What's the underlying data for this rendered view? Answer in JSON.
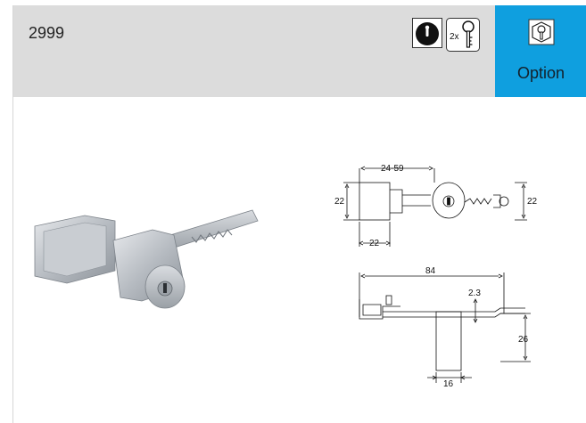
{
  "product": {
    "code": "2999"
  },
  "symbols": [
    {
      "icon": "cylinder-lock-icon"
    },
    {
      "icon": "two-keys-icon",
      "label": "2x"
    }
  ],
  "option": {
    "label": "Option",
    "icon": "option-key-icon",
    "color": "#0f9fdf"
  },
  "drawing_top": {
    "dims": [
      "24-59",
      "22",
      "22",
      "22"
    ]
  },
  "drawing_side": {
    "dims": [
      "84",
      "2.3",
      "26",
      "16"
    ]
  }
}
